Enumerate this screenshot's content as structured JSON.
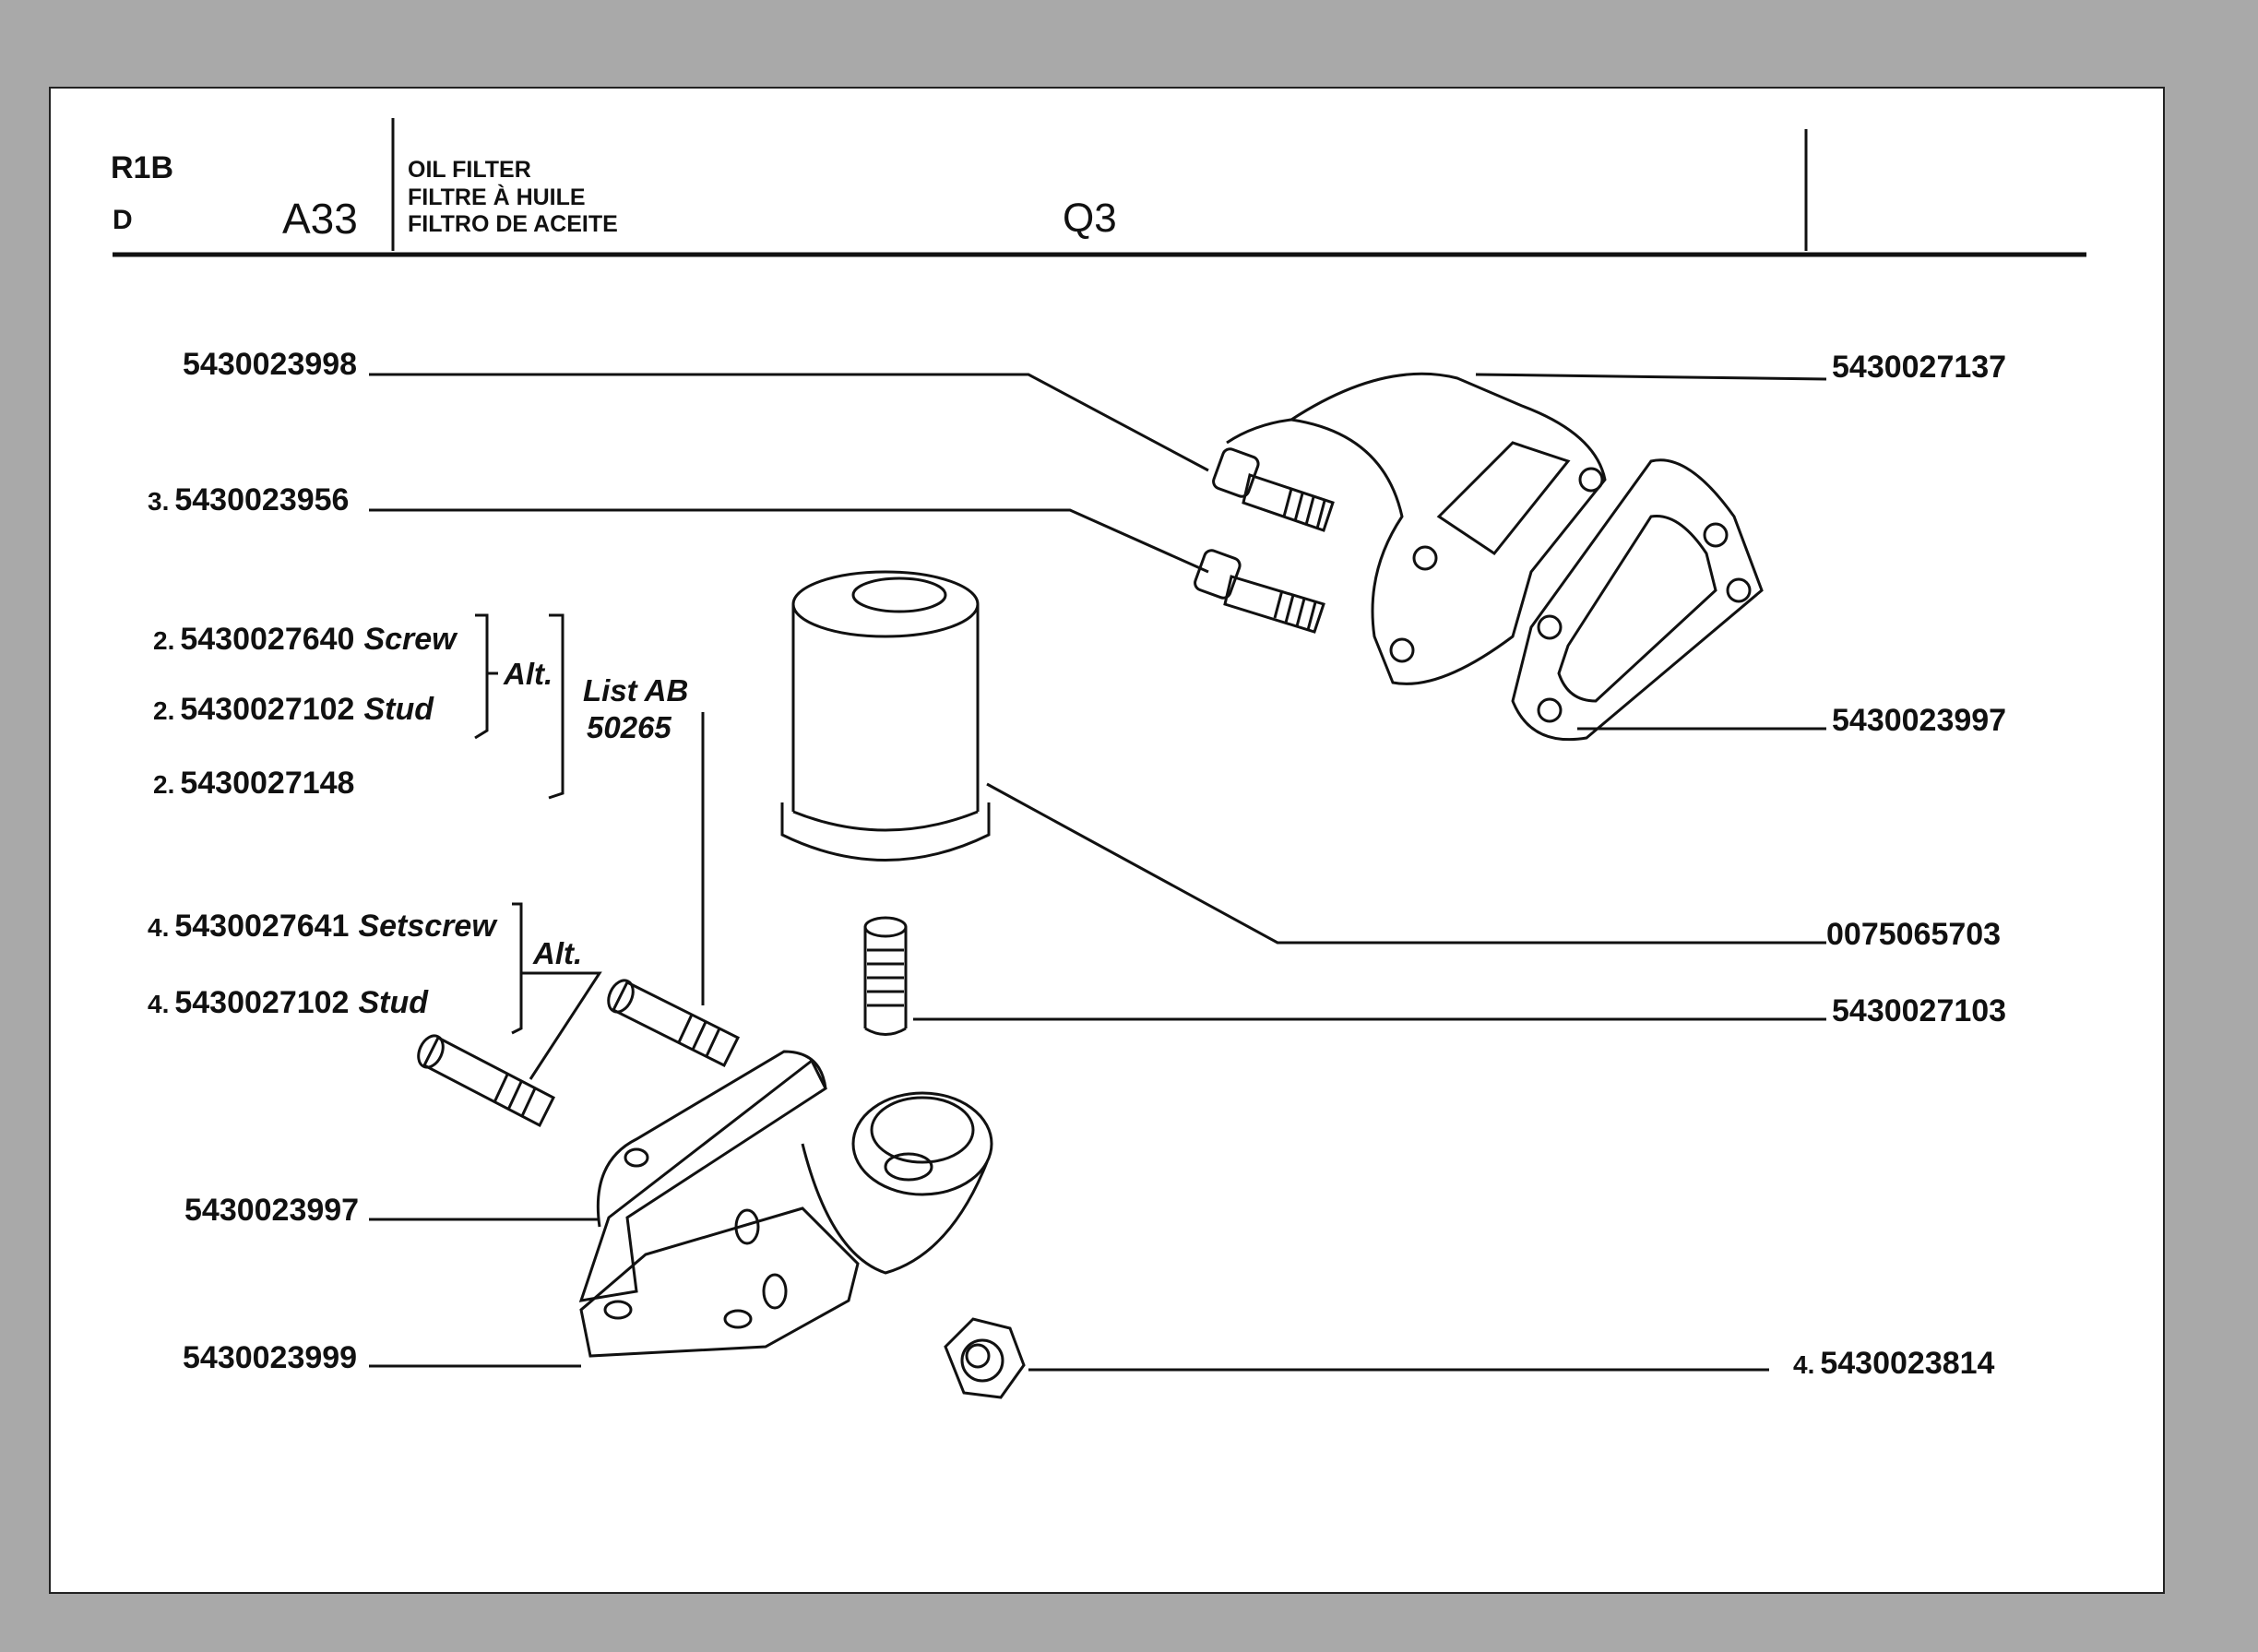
{
  "header": {
    "model": "R1B",
    "sub": "D",
    "group": "A33",
    "title_en": "OIL FILTER",
    "title_fr": "FILTRE À HUILE",
    "title_es": "FILTRO DE ACEITE",
    "code": "Q3"
  },
  "parts": {
    "p1": {
      "number": "5430023998"
    },
    "p2": {
      "qty": "3.",
      "number": "5430023956"
    },
    "p3": {
      "qty": "2.",
      "number": "5430027640",
      "desc": "Screw"
    },
    "p4": {
      "qty": "2.",
      "number": "5430027102",
      "desc": "Stud"
    },
    "p5": {
      "qty": "2.",
      "number": "5430027148"
    },
    "p6": {
      "qty": "4.",
      "number": "5430027641",
      "desc": "Setscrew"
    },
    "p7": {
      "qty": "4.",
      "number": "5430027102",
      "desc": "Stud"
    },
    "p8": {
      "number": "5430023997"
    },
    "p9": {
      "number": "5430023999"
    },
    "p10": {
      "number": "5430027137"
    },
    "p11": {
      "number": "5430023997"
    },
    "p12": {
      "number": "0075065703"
    },
    "p13": {
      "number": "5430027103"
    },
    "p14": {
      "qty": "4.",
      "number": "5430023814"
    }
  },
  "notes": {
    "alt1": "Alt.",
    "alt2": "Alt.",
    "list": "List AB",
    "list_no": "50265"
  }
}
